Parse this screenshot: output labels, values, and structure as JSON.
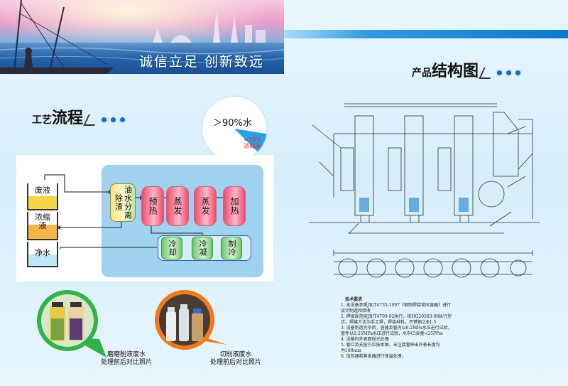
{
  "banner": {
    "slogan": "诚信立足  创新致远"
  },
  "process": {
    "title_small": "工艺",
    "title_big": "流程",
    "pie": {
      "main_label": "＞90%水",
      "minor_label_1": "<10%",
      "minor_label_2": "浓缩液",
      "water_fraction": 0.9
    },
    "tanks": {
      "waste": "废液",
      "concentrate_1": "浓",
      "concentrate_2": "缩",
      "concentrate_3": "液",
      "clean": "净水"
    },
    "units": {
      "oil_separator": "油水分离",
      "slag_removal": "除渣",
      "preheat": "预热",
      "evaporate_1": "蒸发",
      "evaporate_2": "蒸发",
      "heat": "加热",
      "cool": "冷却",
      "condense": "冷凝",
      "refrigerate": "制冷"
    }
  },
  "structure": {
    "title_small": "产品",
    "title_big": "结构图"
  },
  "photos": {
    "grinding_caption_1": "磨磨削液废水",
    "grinding_caption_2": "处理前后对比照片",
    "cutting_caption_1": "切削液废水",
    "cutting_caption_2": "处理前后对比照片"
  },
  "specs": {
    "heading": "技术要求",
    "lines": [
      "1. 本设备参照JB/T4735-1997《钢制焊接常压容器》进行",
      "   设计制造和验收",
      "2. 焊接规范按JB/T4709-92执行，按HG20583-98执行型",
      "   式，焊缝方法为手工焊，焊接材料，不锈钢之Φ1.5",
      "3. 设备制造完毕后，容器及管内以0.2MPa水压进行试验，",
      "   管件以0.25MPa水压进行试验，水中Cl含量<25PPm",
      "4. 设备内外表面抛光处理",
      "5. 管口及支座方位按本图，未注接管伸出外表长度均",
      "   为100mm",
      "6. 加热器和蒸发器进行保温处理。"
    ]
  },
  "colors": {
    "accent_blue": "#1b6cc1",
    "preheat_red": "#f04a6c",
    "cooling_green": "#6cc36c",
    "grinding_green": "#2fb34a",
    "cutting_orange": "#f07a1c"
  }
}
